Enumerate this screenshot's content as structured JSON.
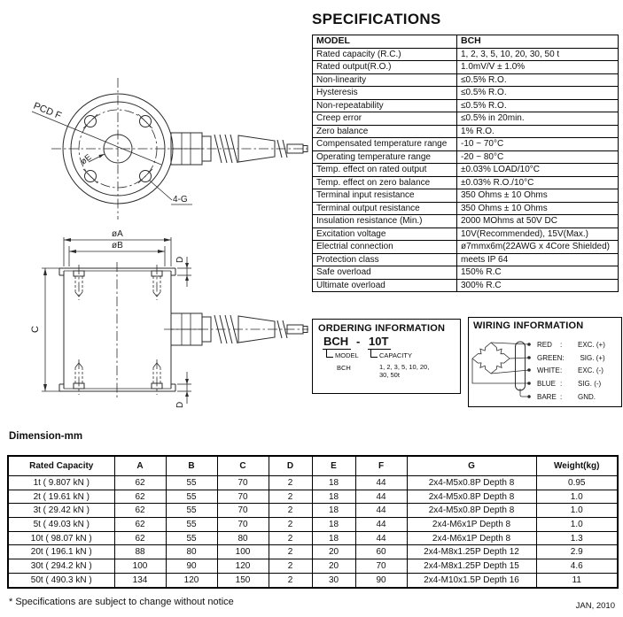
{
  "specifications": {
    "title": "SPECIFICATIONS",
    "header": {
      "label": "MODEL",
      "value": "BCH"
    },
    "rows": [
      {
        "label": "Rated capacity (R.C.)",
        "value": "1, 2, 3, 5, 10, 20, 30, 50 t"
      },
      {
        "label": "Rated output(R.O.)",
        "value": "1.0mV/V ± 1.0%"
      },
      {
        "label": "Non-linearity",
        "value": "≤0.5% R.O."
      },
      {
        "label": "Hysteresis",
        "value": "≤0.5% R.O."
      },
      {
        "label": "Non-repeatability",
        "value": "≤0.5% R.O."
      },
      {
        "label": "Creep error",
        "value": "≤0.5% in 20min."
      },
      {
        "label": "Zero balance",
        "value": "1% R.O."
      },
      {
        "label": "Compensated temperature range",
        "value": "-10 ~ 70°C"
      },
      {
        "label": "Operating temperature range",
        "value": "-20 ~ 80°C"
      },
      {
        "label": "Temp. effect on rated output",
        "value": "±0.03% LOAD/10°C"
      },
      {
        "label": "Temp. effect on zero balance",
        "value": "±0.03% R.O./10°C"
      },
      {
        "label": "Terminal input resistance",
        "value": "350 Ohms ± 10 Ohms"
      },
      {
        "label": "Terminal output resistance",
        "value": "350 Ohms ± 10 Ohms"
      },
      {
        "label": "Insulation resistance (Min.)",
        "value": "2000 MOhms at 50V DC"
      },
      {
        "label": "Excitation voltage",
        "value": "10V(Recommended), 15V(Max.)"
      },
      {
        "label": "Electrial connection",
        "value": "ø7mmx6m(22AWG x 4Core Shielded)"
      },
      {
        "label": "Protection class",
        "value": "meets IP 64"
      },
      {
        "label": "Safe overload",
        "value": "150% R.C"
      },
      {
        "label": "Ultimate overload",
        "value": "300% R.C"
      }
    ]
  },
  "ordering": {
    "title": "ORDERING INFORMATION",
    "code_model": "BCH",
    "code_sep": "-",
    "code_capacity": "10T",
    "model_label": "MODEL",
    "model_value": "BCH",
    "capacity_label": "CAPACITY",
    "capacity_line1": "1, 2, 3, 5, 10, 20,",
    "capacity_line2": "30, 50t"
  },
  "wiring": {
    "title": "WIRING INFORMATION",
    "colon": ":",
    "wires": [
      {
        "color": "RED",
        "fn": "EXC. (+)"
      },
      {
        "color": "GREEN",
        "fn": "SIG. (+)"
      },
      {
        "color": "WHITE",
        "fn": "EXC. (-)"
      },
      {
        "color": "BLUE",
        "fn": "SIG. (-)"
      },
      {
        "color": "BARE",
        "fn": "GND."
      }
    ]
  },
  "drawing": {
    "pcd_label": "PCD F",
    "bore_label": "øE",
    "holes_label": "4-G",
    "dia_a": "øA",
    "dia_b": "øB",
    "height_label": "C",
    "thickness_label": "D"
  },
  "dimensions": {
    "title": "Dimension-mm",
    "headers": [
      "Rated Capacity",
      "A",
      "B",
      "C",
      "D",
      "E",
      "F",
      "G",
      "Weight(kg)"
    ],
    "rows": [
      [
        "1t ( 9.807 kN )",
        "62",
        "55",
        "70",
        "2",
        "18",
        "44",
        "2x4-M5x0.8P Depth 8",
        "0.95"
      ],
      [
        "2t ( 19.61 kN )",
        "62",
        "55",
        "70",
        "2",
        "18",
        "44",
        "2x4-M5x0.8P Depth 8",
        "1.0"
      ],
      [
        "3t ( 29.42 kN )",
        "62",
        "55",
        "70",
        "2",
        "18",
        "44",
        "2x4-M5x0.8P Depth 8",
        "1.0"
      ],
      [
        "5t ( 49.03 kN )",
        "62",
        "55",
        "70",
        "2",
        "18",
        "44",
        "2x4-M6x1P Depth 8",
        "1.0"
      ],
      [
        "10t ( 98.07 kN )",
        "62",
        "55",
        "80",
        "2",
        "18",
        "44",
        "2x4-M6x1P Depth 8",
        "1.3"
      ],
      [
        "20t ( 196.1 kN )",
        "88",
        "80",
        "100",
        "2",
        "20",
        "60",
        "2x4-M8x1.25P Depth 12",
        "2.9"
      ],
      [
        "30t ( 294.2 kN )",
        "100",
        "90",
        "120",
        "2",
        "20",
        "70",
        "2x4-M8x1.25P Depth 15",
        "4.6"
      ],
      [
        "50t ( 490.3 kN )",
        "134",
        "120",
        "150",
        "2",
        "30",
        "90",
        "2x4-M10x1.5P Depth 16",
        "11"
      ]
    ]
  },
  "footer": {
    "note": "* Specifications are subject to change without notice",
    "date": "JAN, 2010"
  }
}
